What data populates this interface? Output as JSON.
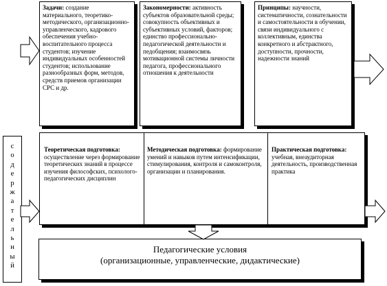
{
  "top_row": [
    {
      "title": "Задачи:",
      "body": " создание материального, теоретико-методического, организационно-управленческого, кадрового обеспечения учебно-воспитательного процесса студентов; изучение индивидуальных особенностей студентов; использование разнообразных форм, методов, средств приемов организации СРС и др."
    },
    {
      "title": "Закономерности:",
      "body": " активность субъектов образовательной среды; совокупность объективных и субъективных условий, факторов; единство профессионально-педагогической деятельности и педобщения; взаимосвязь мотивационной системы личности педагога, профессионального отношения к деятельности"
    },
    {
      "title": "Принципы:",
      "body": " научности, систематичности, сознательности и самостоятельности в обучении, связи индивидуального с коллективным, единства конкретного и абстрактного, доступности, прочности, надежности знаний"
    }
  ],
  "middle_row": [
    {
      "title": "Теоретическая подготовка:",
      "body": " осуществление через формирование теоретических знаний в процессе изучения философских, психолого-педагогических дисциплин"
    },
    {
      "title": "Методическая подготовка:",
      "body": " формирование умений и навыков путем интенсификации, стимулирования, контроля и самоконтроля, организации и планирования."
    },
    {
      "title": "Практическая подготовка:",
      "body": " учебная, внеаудиторная деятельность, производственная практика"
    }
  ],
  "side_letters": [
    "с",
    "о",
    "д",
    "е",
    "р",
    "ж",
    "а",
    "т",
    "е",
    "л",
    "ь",
    "н",
    "ы",
    "й"
  ],
  "bottom": {
    "line1": "Педагогические условия",
    "line2": "(организационные, управленческие, дидактические)"
  }
}
